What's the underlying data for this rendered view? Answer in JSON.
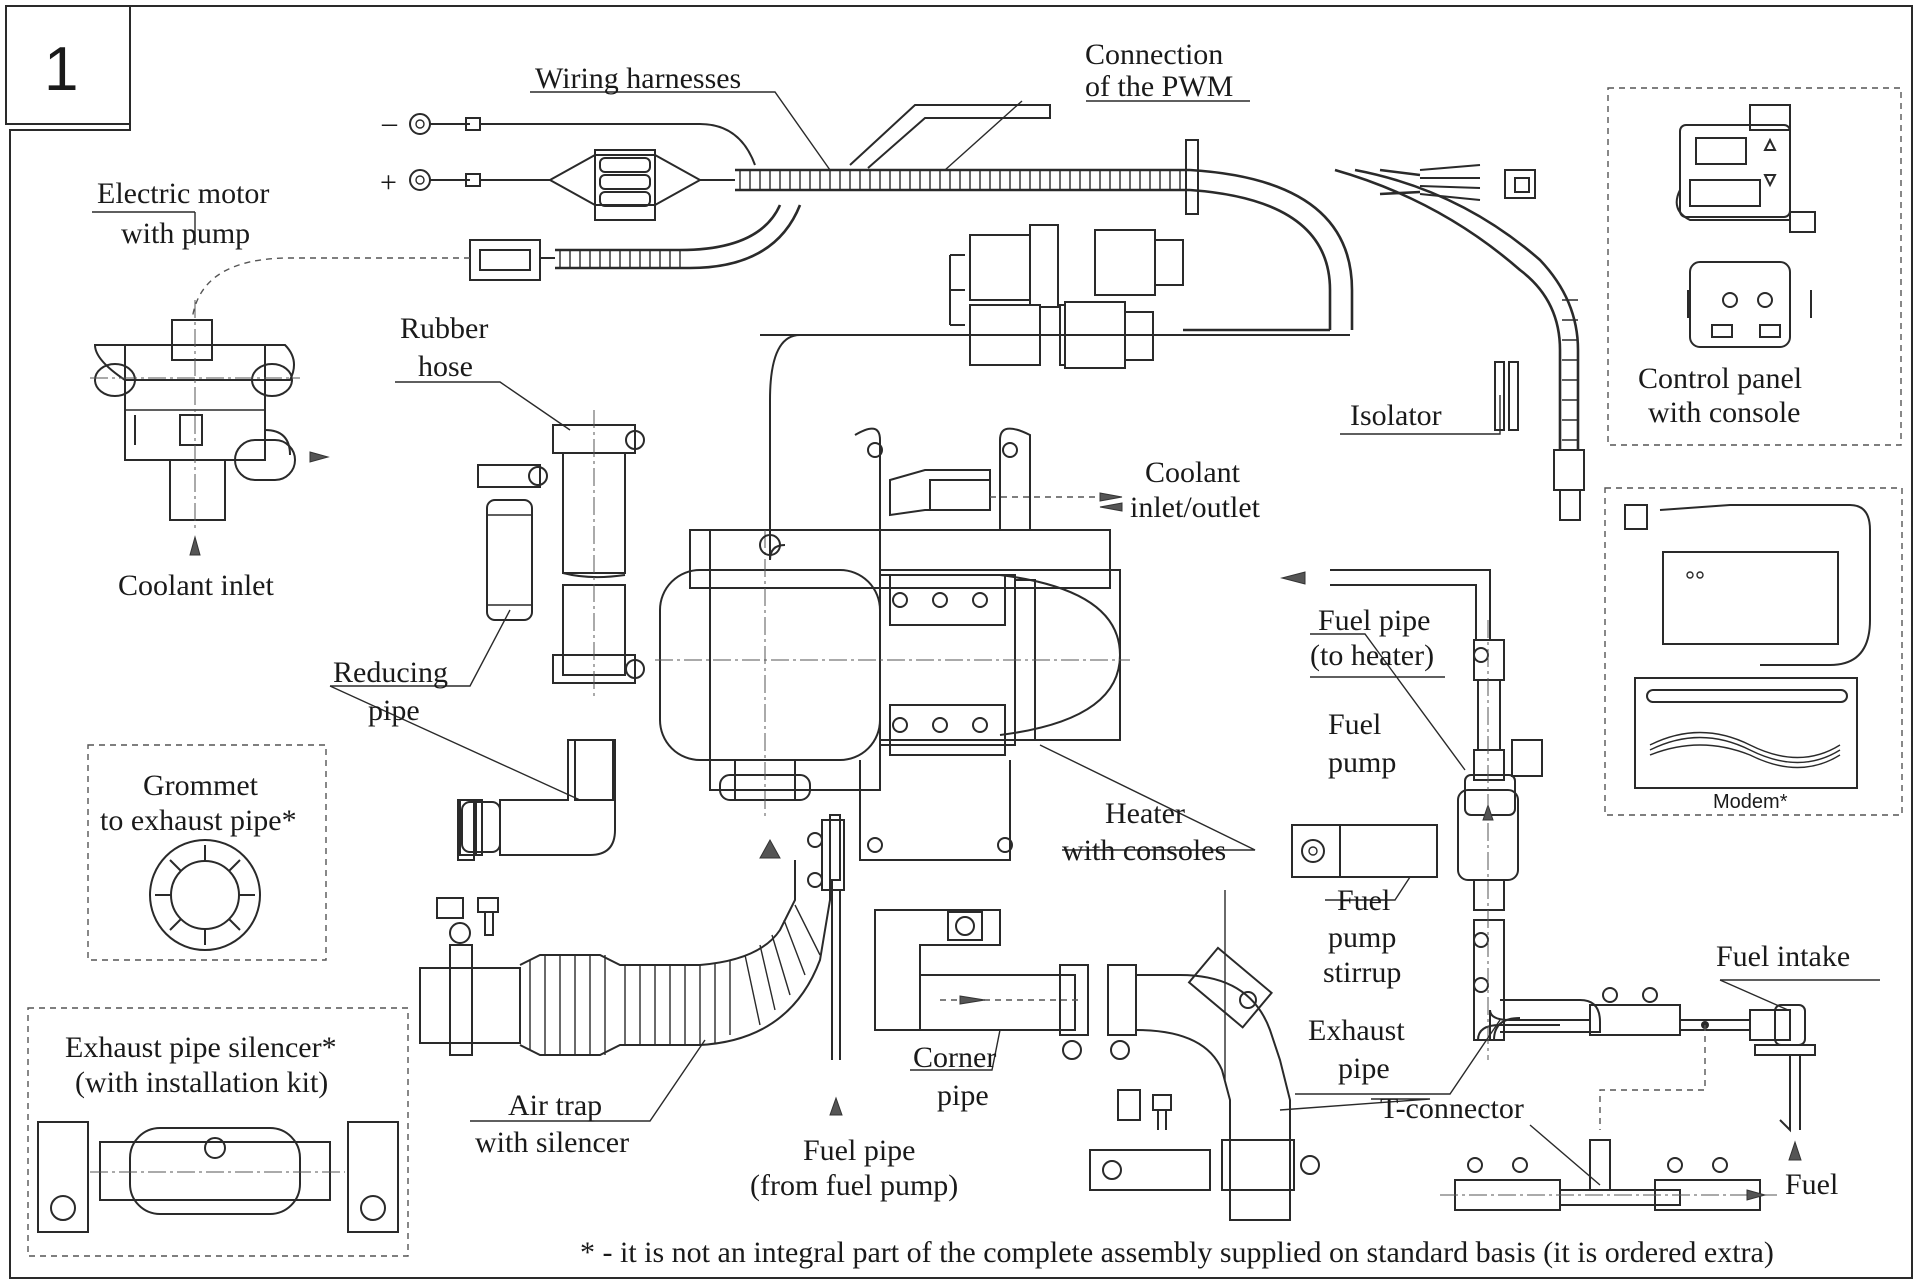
{
  "figure_number": "1",
  "labels": {
    "wiring_harnesses": "Wiring harnesses",
    "connection_pwm_1": "Connection",
    "connection_pwm_2": "of the PWM",
    "minus_sign": "–",
    "plus_sign": "+",
    "electric_motor_1": "Electric motor",
    "electric_motor_2": "with pump",
    "rubber_hose_1": "Rubber",
    "rubber_hose_2": "hose",
    "coolant_inlet": "Coolant inlet",
    "reducing_pipe_1": "Reducing",
    "reducing_pipe_2": "pipe",
    "grommet_1": "Grommet",
    "grommet_2": "to exhaust pipe*",
    "exhaust_silencer_1": "Exhaust pipe silencer*",
    "exhaust_silencer_2": "(with installation kit)",
    "air_trap_1": "Air trap",
    "air_trap_2": "with silencer",
    "fuel_pipe_from_1": "Fuel pipe",
    "fuel_pipe_from_2": "(from fuel pump)",
    "corner_pipe_1": "Corner",
    "corner_pipe_2": "pipe",
    "coolant_io_1": "Coolant",
    "coolant_io_2": "inlet/outlet",
    "heater_1": "Heater",
    "heater_2": "with consoles",
    "isolator": "Isolator",
    "control_panel_1": "Control panel",
    "control_panel_2": "with console",
    "modem": "Modem*",
    "fuel_pipe_to_1": "Fuel pipe",
    "fuel_pipe_to_2": "(to heater)",
    "fuel_pump_1": "Fuel",
    "fuel_pump_2": "pump",
    "stirrup_1": "Fuel",
    "stirrup_2": "pump",
    "stirrup_3": "stirrup",
    "exhaust_pipe_1": "Exhaust",
    "exhaust_pipe_2": "pipe",
    "t_connector": "T-connector",
    "fuel_intake": "Fuel intake",
    "fuel": "Fuel",
    "footnote": "* - it is not an integral part of the complete assembly supplied on standard basis (it is ordered extra)"
  },
  "colors": {
    "line": "#2a2a2a",
    "background": "#ffffff",
    "arrow": "#555555"
  }
}
